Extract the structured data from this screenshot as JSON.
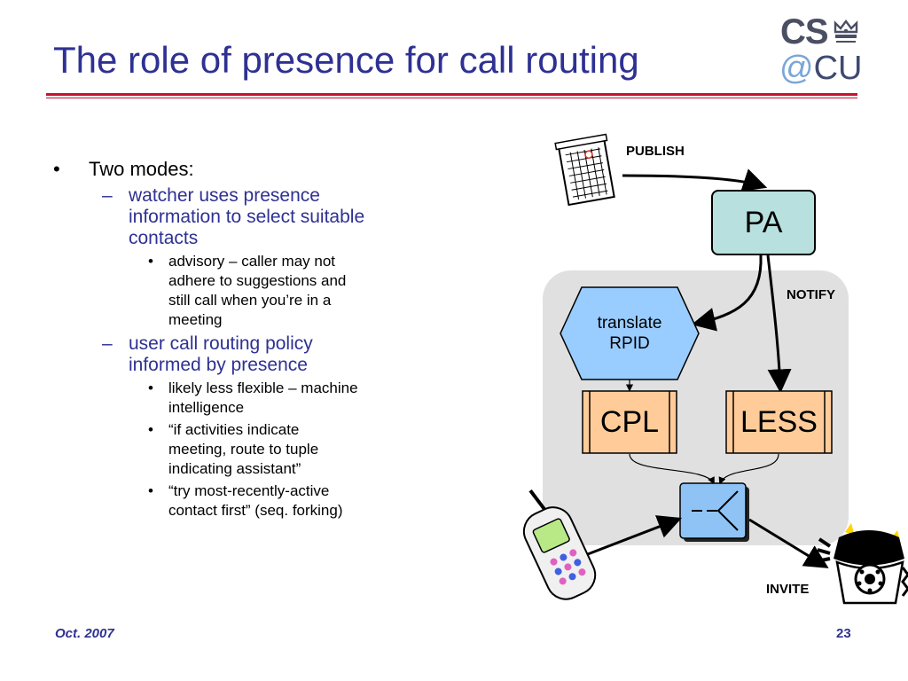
{
  "slide": {
    "title": "The role of presence for call routing",
    "footer_date": "Oct. 2007",
    "page_number": "23"
  },
  "logo": {
    "cs": "CS",
    "at": "@",
    "cu": "CU"
  },
  "bullets": [
    {
      "level": 1,
      "mark": "•",
      "text": "Two modes:"
    },
    {
      "level": 2,
      "mark": "–",
      "lines": [
        "watcher uses presence",
        "information to select suitable",
        "contacts"
      ]
    },
    {
      "level": 3,
      "mark": "•",
      "lines": [
        "advisory – caller may not",
        "adhere to suggestions and",
        "still call when you’re in a",
        "meeting"
      ]
    },
    {
      "level": 2,
      "mark": "–",
      "lines": [
        "user call routing policy",
        "informed by presence"
      ]
    },
    {
      "level": 3,
      "mark": "•",
      "lines": [
        "likely less flexible – machine",
        "intelligence"
      ]
    },
    {
      "level": 3,
      "mark": "•",
      "lines": [
        "“if activities indicate",
        "meeting, route to tuple",
        "indicating assistant”"
      ]
    },
    {
      "level": 3,
      "mark": "•",
      "lines": [
        "“try most-recently-active",
        "contact first” (seq. forking)"
      ]
    }
  ],
  "diagram": {
    "publish_label": "PUBLISH",
    "notify_label": "NOTIFY",
    "invite_label": "INVITE",
    "pa_label": "PA",
    "translate_line1": "translate",
    "translate_line2": "RPID",
    "cpl_label": "CPL",
    "less_label": "LESS"
  },
  "colors": {
    "title": "#2e3192",
    "rule": "#c8102e",
    "pa_fill": "#b8e0de",
    "hex_fill": "#99ccff",
    "script_fill": "#ffcc99",
    "region_fill": "#e0e0e0",
    "proxy_fill": "#8fc3f5"
  },
  "icons": [
    "calendar-icon",
    "cell-phone-icon",
    "telephone-icon",
    "proxy-fork-icon",
    "crown-icon"
  ]
}
